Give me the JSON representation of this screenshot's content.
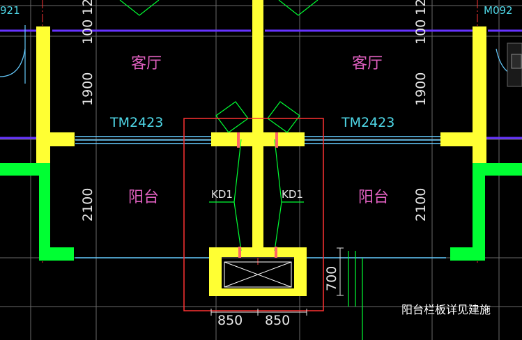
{
  "drawing": {
    "labels": {
      "room_left": "客厅",
      "room_right": "客厅",
      "balcony_left": "阳台",
      "balcony_right": "阳台",
      "window_left": "TM2423",
      "window_right": "TM2423",
      "kd_left": "KD1",
      "kd_right": "KD1",
      "note": "阳台栏板详见建施",
      "m_left": "921",
      "m_right": "M092"
    },
    "dimensions": {
      "left_top": "12",
      "left_100": "100",
      "left_1900": "1900",
      "left_2100": "2100",
      "right_top": "12",
      "right_100": "100",
      "right_1900": "1900",
      "right_2100": "2100",
      "v_700": "700",
      "bottom_left": "850",
      "bottom_right": "850"
    },
    "colors": {
      "background": "#000000",
      "wall": "#ffff33",
      "column": "#00ff33",
      "selection": "#ff3333",
      "window_line": "#66ccff",
      "axis": "#ff3333",
      "purple_line": "#6633ff"
    }
  }
}
